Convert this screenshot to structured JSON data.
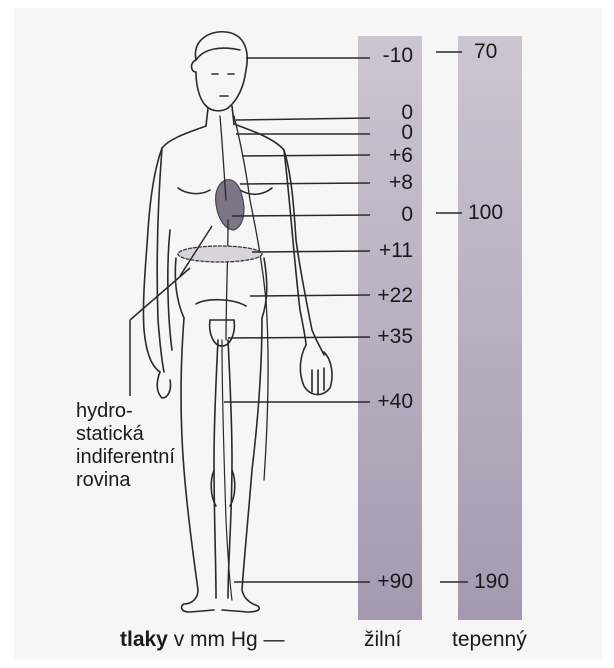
{
  "venous_column": {
    "caption": "žilní",
    "values": [
      "-10",
      "0",
      "0",
      "+6",
      "+8",
      "0",
      "+11",
      "+22",
      "+35",
      "+40",
      "+90"
    ]
  },
  "arterial_column": {
    "caption": "tepenný",
    "values": [
      "70",
      "100",
      "190"
    ]
  },
  "hydrostatic_label": [
    "hydro-",
    "statická",
    "indiferentní",
    "rovina"
  ],
  "footer": {
    "bold": "tlaky",
    "rest": " v mm Hg —"
  },
  "colors": {
    "bar_top": "#c9c3cf",
    "bar_bottom": "#a49bb0",
    "heart": "#7d7686",
    "line": "#2a2a2a"
  }
}
